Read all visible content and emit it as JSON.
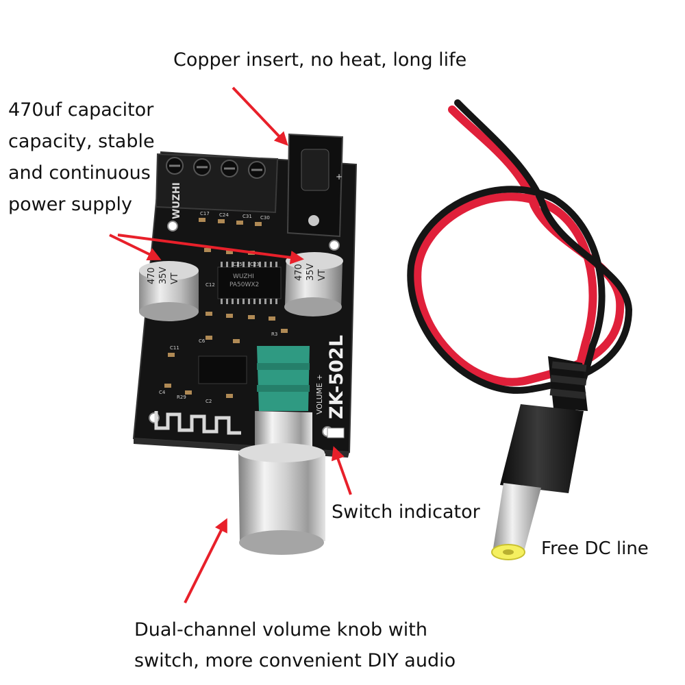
{
  "annotations": {
    "copper": "Copper insert, no heat, long life",
    "capacitor_lines": [
      "470uf capacitor",
      "capacity, stable",
      "and continuous",
      "power supply"
    ],
    "switch_indicator": "Switch indicator",
    "dc_line": "Free DC line",
    "knob_lines": [
      "Dual-channel volume knob with",
      "switch, more convenient DIY audio"
    ]
  },
  "board": {
    "model": "ZK-502L",
    "volume_label": "VOLUME +",
    "brand": "WUZHI",
    "chip": "PA50WX2",
    "capacitor_marking": [
      "470",
      "35V",
      "VT"
    ],
    "component_labels": [
      "C17",
      "C24",
      "C31",
      "C30",
      "C25",
      "C23",
      "C12",
      "C6",
      "R29",
      "C4",
      "C11",
      "R3",
      "C2"
    ]
  },
  "colors": {
    "pcb": "#141414",
    "arrow": "#e8202a",
    "wire_red": "#e0203a",
    "wire_black": "#151515",
    "knob_green": "#2f9a82",
    "capacitor_silver": "#c9c9c9",
    "dc_tip": "#f5f060"
  },
  "icons": [
    "arrow-icon"
  ]
}
